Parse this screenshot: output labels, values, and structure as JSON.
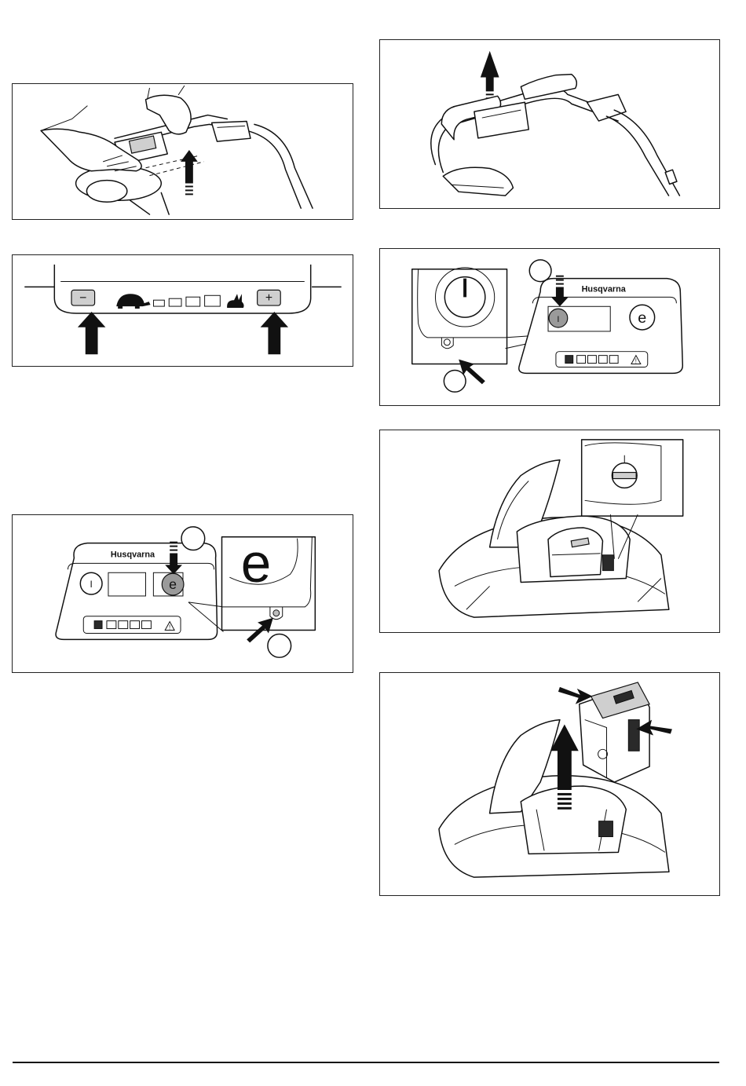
{
  "brand_name": "Husqvarna",
  "icons": {
    "minus": "−",
    "plus": "+",
    "power": "I",
    "eco": "e",
    "warning": "!"
  },
  "panels": [
    {
      "id": "fig-handle-fold",
      "icon": "hands-lifting-handle-illustration"
    },
    {
      "id": "fig-speed-control",
      "icon": "speed-control-panel-illustration"
    },
    {
      "id": "fig-eco-button",
      "icon": "eco-button-panel-illustration"
    },
    {
      "id": "fig-handle-lift",
      "icon": "handle-lift-illustration"
    },
    {
      "id": "fig-power-button",
      "icon": "power-button-panel-illustration"
    },
    {
      "id": "fig-battery-installed",
      "icon": "battery-compartment-illustration"
    },
    {
      "id": "fig-battery-remove",
      "icon": "battery-removal-illustration"
    }
  ]
}
